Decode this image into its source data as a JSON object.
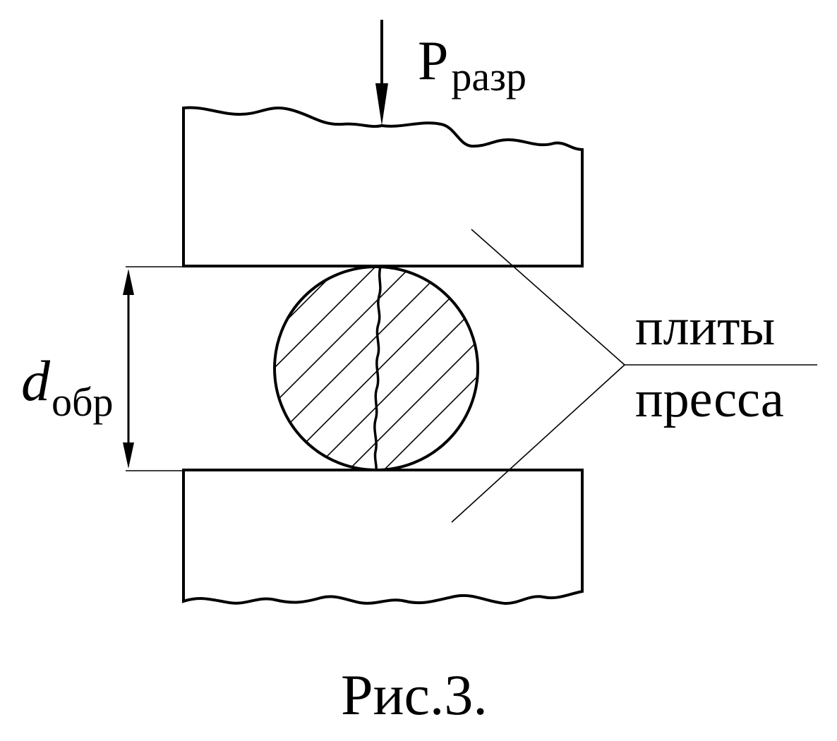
{
  "diagram": {
    "load_symbol": "P",
    "load_subscript": "разр",
    "diameter_symbol": "d",
    "diameter_subscript": "обр",
    "plates_label_line1": "плиты",
    "plates_label_line2": "пресса",
    "caption": "Рис.3."
  }
}
